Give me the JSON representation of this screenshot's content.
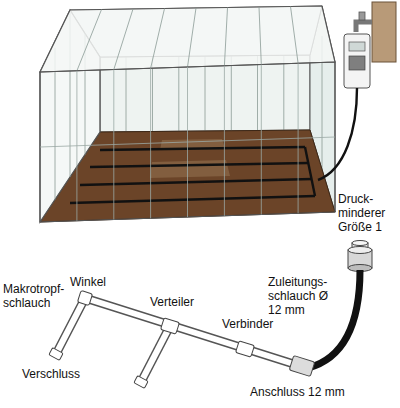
{
  "diagram": {
    "labels": [
      "Druck- minderer Größe 1",
      "Zuleitungs- schlauch Ø 12 mm",
      "Makrotropf- schlauch",
      "Winkel",
      "Verteiler",
      "Verbinder",
      "Verschluss",
      "Anschluss 12 mm"
    ]
  }
}
